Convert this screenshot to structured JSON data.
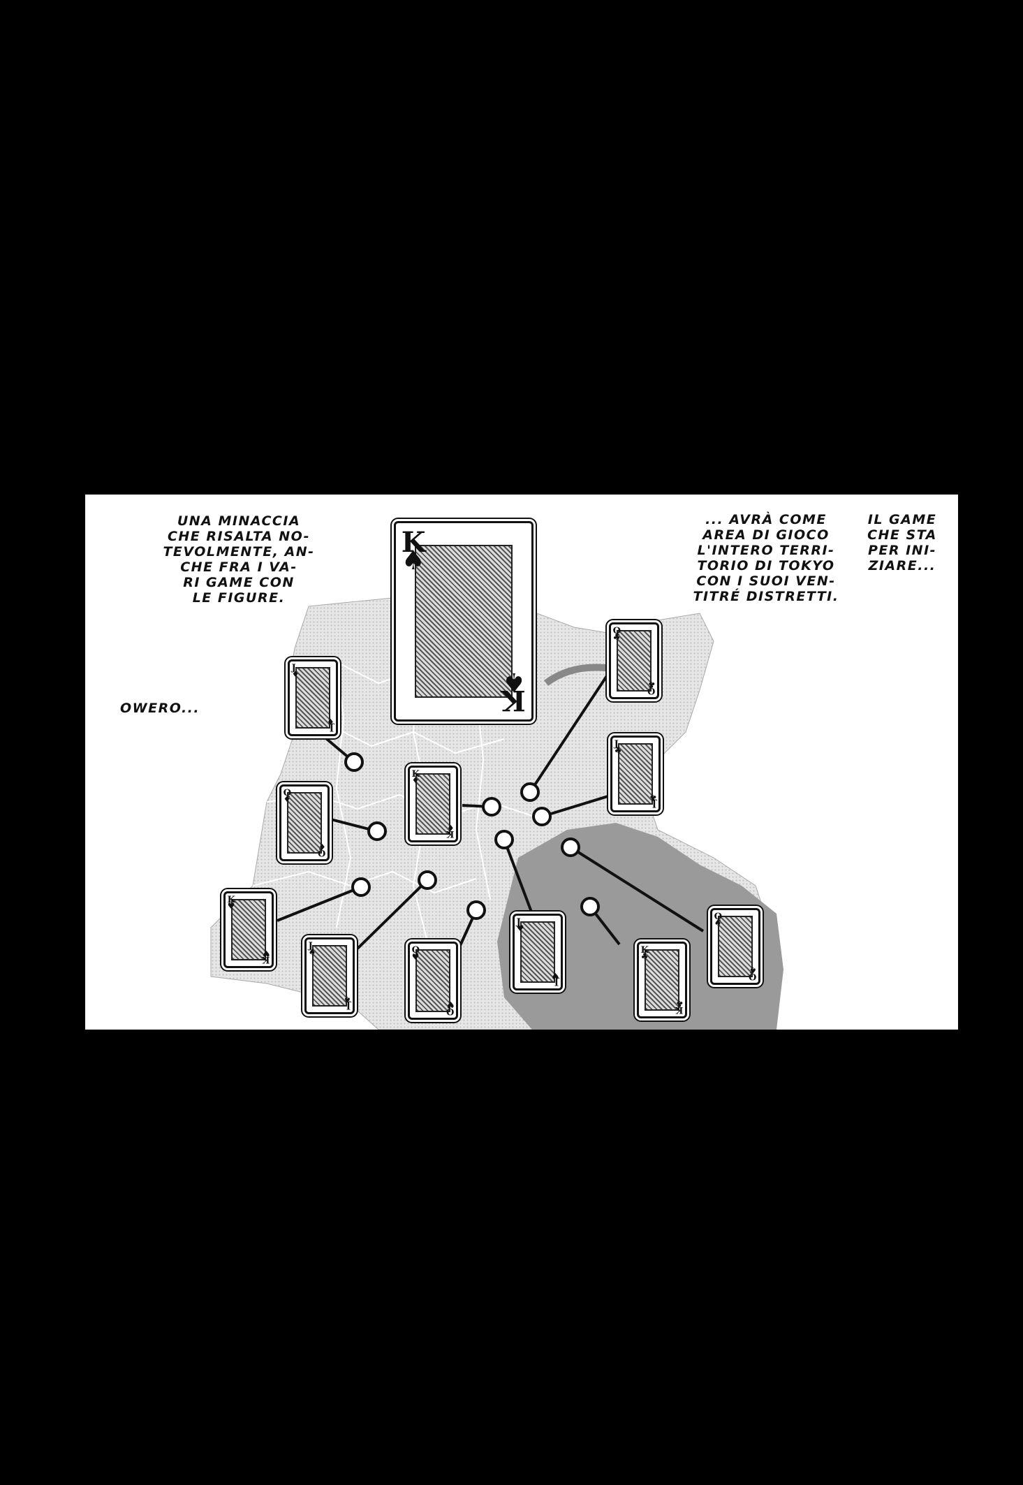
{
  "captions": {
    "left": "UNA MINACCIA\nCHE RISALTA NO-\nTEVOLMENTE, AN-\nCHE FRA I VA-\nRI GAME CON\nLE FIGURE.",
    "owero": "OWERO...",
    "middle": "... AVRÀ COME\nAREA DI GIOCO\nL'INTERO TERRI-\nTORIO DI TOKYO\nCON I SUOI VEN-\nTITRÉ DISTRETTI.",
    "right": "IL GAME\nCHE STA\nPER INI-\nZIARE..."
  },
  "cards": [
    {
      "id": "king-spades-main",
      "rank": "K",
      "suit": "♠"
    },
    {
      "id": "jack-diamonds",
      "rank": "J",
      "suit": "♦"
    },
    {
      "id": "queen-diamonds",
      "rank": "Q",
      "suit": "♦"
    },
    {
      "id": "king-diamonds",
      "rank": "K",
      "suit": "♦"
    },
    {
      "id": "queen-clubs",
      "rank": "Q",
      "suit": "♣"
    },
    {
      "id": "jack-clubs",
      "rank": "J",
      "suit": "♣"
    },
    {
      "id": "king-hearts",
      "rank": "K",
      "suit": "♥"
    },
    {
      "id": "jack-spades",
      "rank": "J",
      "suit": "♠"
    },
    {
      "id": "queen-hearts",
      "rank": "Q",
      "suit": "♥"
    },
    {
      "id": "jack-hearts",
      "rank": "J",
      "suit": "♥"
    },
    {
      "id": "king-clubs",
      "rank": "K",
      "suit": "♣"
    },
    {
      "id": "queen-spades",
      "rank": "Q",
      "suit": "♠"
    }
  ]
}
